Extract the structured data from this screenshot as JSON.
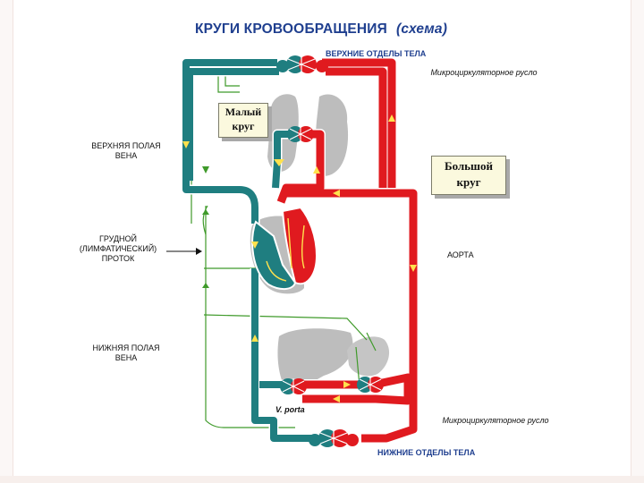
{
  "title": {
    "main": "КРУГИ   КРОВООБРАЩЕНИЯ",
    "sub": "(схема)"
  },
  "labels": {
    "upper_body": "ВЕРХНИЕ ОТДЕЛЫ ТЕЛА",
    "micro_upper": "Микроциркуляторное русло",
    "lesser_circle": "Малый круг",
    "superior_vena_cava": "ВЕРХНЯЯ ПОЛАЯ ВЕНА",
    "greater_circle": "Большой круг",
    "thoracic_duct": "ГРУДНОЙ (ЛИМФАТИЧЕСКИЙ) ПРОТОК",
    "aorta": "АОРТА",
    "inferior_vena_cava": "НИЖНЯЯ ПОЛАЯ ВЕНА",
    "portal_vein": "V. porta",
    "micro_lower": "Микроциркуляторное русло",
    "lower_body": "НИЖНИЕ ОТДЕЛЫ ТЕЛА"
  },
  "colors": {
    "artery": "#e01a1f",
    "vein": "#1f7e80",
    "lymph": "#3f9a2a",
    "organ": "#bdbdbd",
    "title": "#1f3f8f",
    "arrow_yellow": "#ffe14d"
  }
}
